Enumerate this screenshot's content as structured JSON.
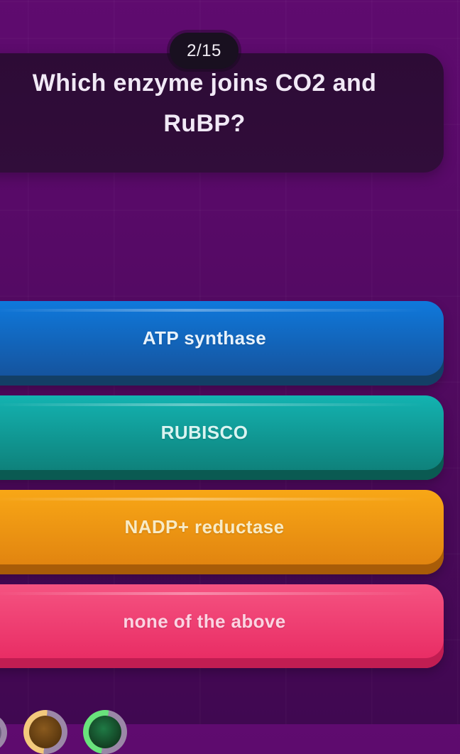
{
  "quiz": {
    "progress_badge": "2/15",
    "question": "Which enzyme joins CO2 and RuBP?",
    "answers": [
      {
        "label": "ATP synthase",
        "color_top": "#0f79dc",
        "color_bottom": "#164f96",
        "edge_color": "#133f66",
        "text_color": "#e8f2fb"
      },
      {
        "label": "RUBISCO",
        "color_top": "#13b3b1",
        "color_bottom": "#0e7b74",
        "edge_color": "#0a5a52",
        "text_color": "#d9f4f1"
      },
      {
        "label": "NADP+ reductase",
        "color_top": "#f8a716",
        "color_bottom": "#df800f",
        "edge_color": "#a85c08",
        "text_color": "#f8ebc6"
      },
      {
        "label": "none of the above",
        "color_top": "#f55381",
        "color_bottom": "#e72861",
        "edge_color": "#c11d52",
        "text_color": "#fbd4e2"
      }
    ],
    "colors": {
      "background_top": "#5f0b6f",
      "background_bottom": "#400851",
      "question_card": "#2e0c37",
      "badge": "#191020",
      "question_text": "#f1e9f6"
    }
  },
  "players": {
    "avatars": [
      {
        "name": "avatar-edge-sliver",
        "ring_left": "#9b87a7",
        "ring_right": "#9b87a7",
        "core": "#6e6080",
        "core_hi": "#8a7a9a",
        "split_deg": "0deg"
      },
      {
        "name": "avatar-amber",
        "ring_left": "#f3c97c",
        "ring_right": "#9b87a7",
        "core": "#5a370e",
        "core_hi": "#8a5a1e",
        "split_deg": "5deg"
      },
      {
        "name": "avatar-green",
        "ring_left": "#69e37c",
        "ring_right": "#9b87a7",
        "core": "#123f22",
        "core_hi": "#1f7a45",
        "split_deg": "10deg"
      }
    ]
  }
}
